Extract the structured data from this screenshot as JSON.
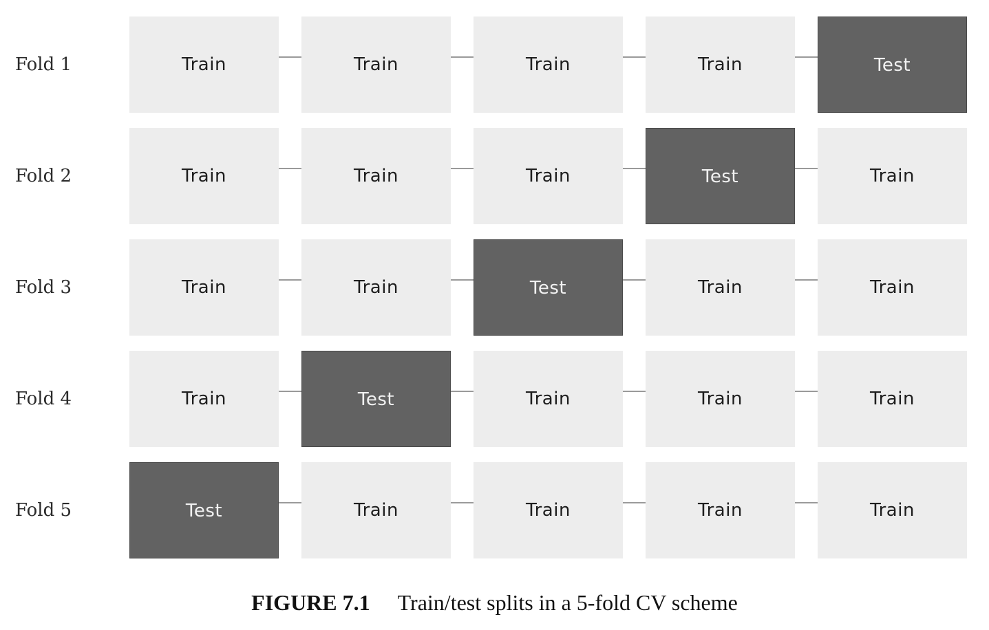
{
  "folds": [
    {
      "label": "Fold 1",
      "blocks": [
        "Train",
        "Train",
        "Train",
        "Train",
        "Test"
      ]
    },
    {
      "label": "Fold 2",
      "blocks": [
        "Train",
        "Train",
        "Train",
        "Test",
        "Train"
      ]
    },
    {
      "label": "Fold 3",
      "blocks": [
        "Train",
        "Train",
        "Test",
        "Train",
        "Train"
      ]
    },
    {
      "label": "Fold 4",
      "blocks": [
        "Train",
        "Test",
        "Train",
        "Train",
        "Train"
      ]
    },
    {
      "label": "Fold 5",
      "blocks": [
        "Test",
        "Train",
        "Train",
        "Train",
        "Train"
      ]
    }
  ],
  "caption": {
    "figure_number": "FIGURE 7.1",
    "text": "Train/test splits in a 5-fold CV scheme"
  },
  "colors": {
    "train_block": "#ededed",
    "test_block": "#626262"
  }
}
